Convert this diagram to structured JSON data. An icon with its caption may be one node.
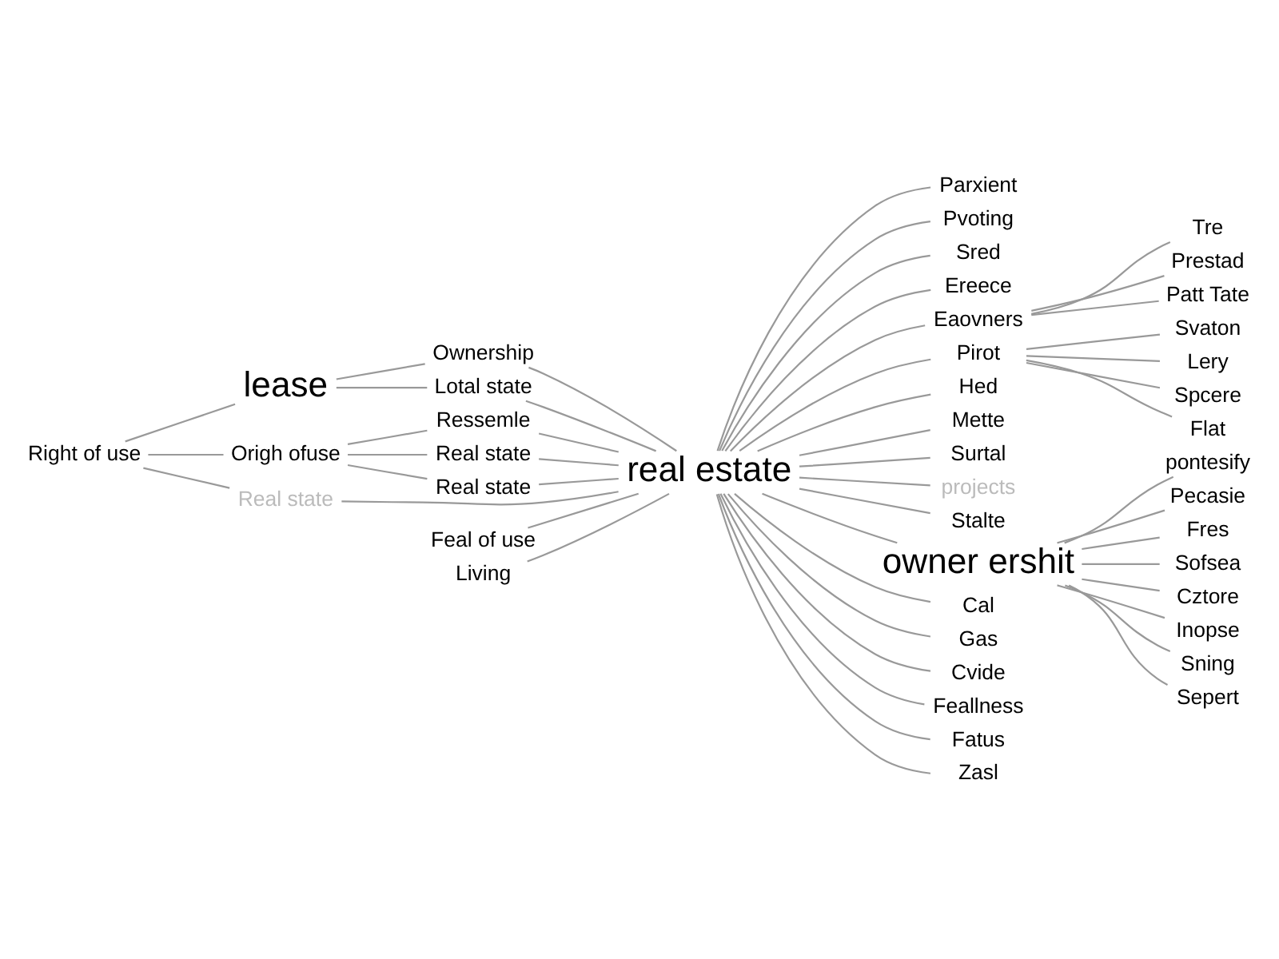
{
  "diagram": {
    "nodes": [
      {
        "text": [
          "Right of use"
        ]
      },
      {
        "text": [
          "lease"
        ]
      },
      {
        "text": [
          "Origh ofuse"
        ]
      },
      {
        "text": [
          "Real state"
        ]
      },
      {
        "text": [
          "Ownership"
        ]
      },
      {
        "text": [
          "Feal of use"
        ]
      },
      {
        "text": [
          "Living"
        ]
      },
      {
        "text": [
          "Lotal state"
        ]
      },
      {
        "text": [
          "Ressemle"
        ]
      },
      {
        "text": [
          "Real state"
        ]
      },
      {
        "text": [
          "Real state"
        ]
      },
      {
        "text": [
          "real estate"
        ]
      },
      {
        "text": [
          "Parxient"
        ]
      },
      {
        "text": [
          "Pvoting"
        ]
      },
      {
        "text": [
          "Sred"
        ]
      },
      {
        "text": [
          "Ereece"
        ]
      },
      {
        "text": [
          "Eaovners"
        ]
      },
      {
        "text": [
          "Tre"
        ]
      },
      {
        "text": [
          "Prestad"
        ]
      },
      {
        "text": [
          "Patt Tate"
        ]
      },
      {
        "text": [
          "Pirot"
        ]
      },
      {
        "text": [
          "Svaton"
        ]
      },
      {
        "text": [
          "Lery"
        ]
      },
      {
        "text": [
          "Spcere"
        ]
      },
      {
        "text": [
          "Flat"
        ]
      },
      {
        "text": [
          "Hed"
        ]
      },
      {
        "text": [
          "Mette"
        ]
      },
      {
        "text": [
          "Surtal"
        ]
      },
      {
        "text": [
          "projects"
        ]
      },
      {
        "text": [
          "Stalte"
        ]
      },
      {
        "text": [
          "owner ershit"
        ]
      },
      {
        "text": [
          "Cal"
        ]
      },
      {
        "text": [
          "Gas"
        ]
      },
      {
        "text": [
          "Cvide"
        ]
      },
      {
        "text": [
          "Feallness"
        ]
      },
      {
        "text": [
          "Fatus"
        ]
      },
      {
        "text": [
          "Zasl"
        ]
      },
      {
        "text": [
          "pontesify"
        ]
      },
      {
        "text": [
          "Pecasie"
        ]
      },
      {
        "text": [
          "Fres"
        ]
      },
      {
        "text": [
          "Sofsea"
        ]
      },
      {
        "text": [
          "Cztore"
        ]
      },
      {
        "text": [
          "Inopse"
        ]
      },
      {
        "text": [
          "Sning"
        ]
      },
      {
        "text": [
          "Sepert"
        ]
      }
    ],
    "edges": [
      {
        "from": 0,
        "to": 1,
        "arrow": "none"
      },
      {
        "from": 0,
        "to": 2,
        "arrow": "none"
      },
      {
        "from": 0,
        "to": 3,
        "arrow": "none"
      },
      {
        "from": 1,
        "to": 4,
        "arrow": "none"
      },
      {
        "from": 1,
        "to": 7,
        "arrow": "none"
      },
      {
        "from": 2,
        "to": 8,
        "arrow": "none"
      },
      {
        "from": 2,
        "to": 9,
        "arrow": "none"
      },
      {
        "from": 2,
        "to": 10,
        "arrow": "none"
      },
      {
        "from": 8,
        "to": 11,
        "arrow": "none"
      },
      {
        "from": 9,
        "to": 11,
        "arrow": "none"
      },
      {
        "from": 10,
        "to": 11,
        "arrow": "none"
      },
      {
        "from": 11,
        "to": 12,
        "arrow": "none"
      },
      {
        "from": 11,
        "to": 13,
        "arrow": "none"
      },
      {
        "from": 11,
        "to": 14,
        "arrow": "none"
      },
      {
        "from": 11,
        "to": 15,
        "arrow": "none"
      },
      {
        "from": 11,
        "to": 16,
        "arrow": "none"
      },
      {
        "from": 16,
        "to": 17,
        "arrow": "none"
      },
      {
        "from": 16,
        "to": 18,
        "arrow": "none"
      },
      {
        "from": 16,
        "to": 19,
        "arrow": "none"
      },
      {
        "from": 11,
        "to": 20,
        "arrow": "none"
      },
      {
        "from": 20,
        "to": 21,
        "arrow": "none"
      },
      {
        "from": 20,
        "to": 22,
        "arrow": "none"
      },
      {
        "from": 20,
        "to": 23,
        "arrow": "none"
      },
      {
        "from": 20,
        "to": 24,
        "arrow": "none"
      },
      {
        "from": 3,
        "to": 11,
        "arrow": "none"
      },
      {
        "from": 4,
        "to": 11,
        "arrow": "none"
      },
      {
        "from": 5,
        "to": 11,
        "arrow": "none"
      },
      {
        "from": 6,
        "to": 11,
        "arrow": "none"
      },
      {
        "from": 7,
        "to": 11,
        "arrow": "none"
      },
      {
        "from": 11,
        "to": 25,
        "arrow": "none"
      },
      {
        "from": 11,
        "to": 26,
        "arrow": "none"
      },
      {
        "from": 11,
        "to": 27,
        "arrow": "none"
      },
      {
        "from": 11,
        "to": 28,
        "arrow": "none"
      },
      {
        "from": 11,
        "to": 29,
        "arrow": "none"
      },
      {
        "from": 11,
        "to": 30,
        "arrow": "none"
      },
      {
        "from": 11,
        "to": 31,
        "arrow": "none"
      },
      {
        "from": 11,
        "to": 32,
        "arrow": "none"
      },
      {
        "from": 11,
        "to": 33,
        "arrow": "none"
      },
      {
        "from": 11,
        "to": 34,
        "arrow": "none"
      },
      {
        "from": 11,
        "to": 35,
        "arrow": "none"
      },
      {
        "from": 11,
        "to": 36,
        "arrow": "none"
      },
      {
        "from": 30,
        "to": 37,
        "arrow": "none"
      },
      {
        "from": 30,
        "to": 38,
        "arrow": "none"
      },
      {
        "from": 30,
        "to": 39,
        "arrow": "none"
      },
      {
        "from": 30,
        "to": 40,
        "arrow": "none"
      },
      {
        "from": 30,
        "to": 41,
        "arrow": "none"
      },
      {
        "from": 30,
        "to": 42,
        "arrow": "none"
      },
      {
        "from": 30,
        "to": 43,
        "arrow": "none"
      },
      {
        "from": 30,
        "to": 44,
        "arrow": "none"
      }
    ]
  }
}
